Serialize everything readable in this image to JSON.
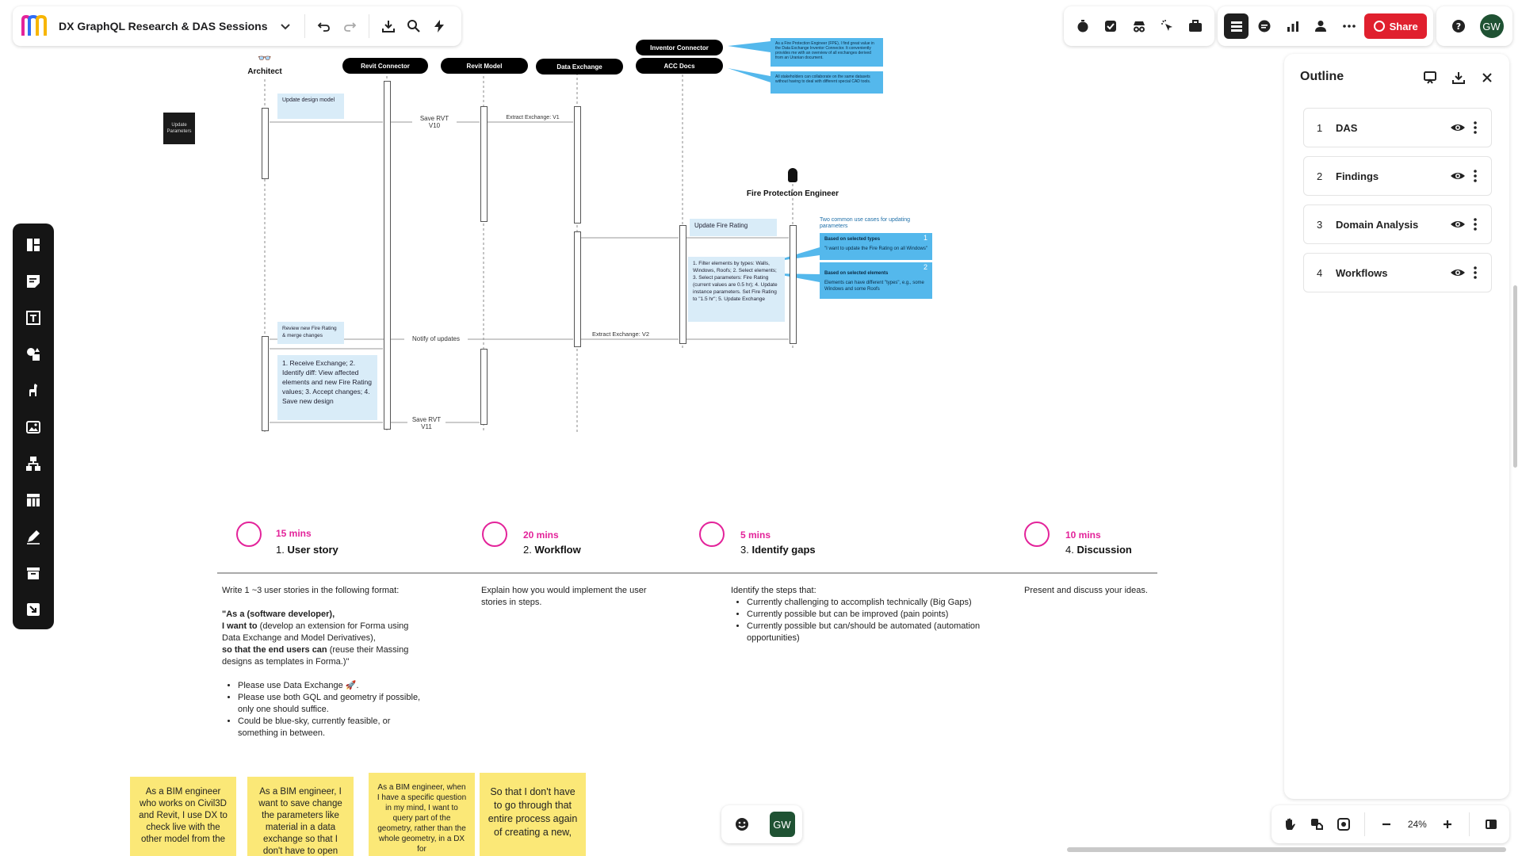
{
  "board": {
    "title": "DX GraphQL Research & DAS Sessions"
  },
  "toolbar": {
    "share_label": "Share",
    "user_initials": "GW"
  },
  "outline": {
    "title": "Outline",
    "items": [
      {
        "num": "1",
        "label": "DAS"
      },
      {
        "num": "2",
        "label": "Findings"
      },
      {
        "num": "3",
        "label": "Domain Analysis"
      },
      {
        "num": "4",
        "label": "Workflows"
      }
    ]
  },
  "zoom": {
    "level": "24%"
  },
  "diagram": {
    "actors": {
      "architect": "Architect",
      "fire_engineer": "Fire Protection Engineer"
    },
    "lanes": {
      "revit_connector": "Revit Connector",
      "revit_model": "Revit Model",
      "data_exchange": "Data Exchange",
      "inventor_connector": "Inventor Connector",
      "acc_docs": "ACC Docs"
    },
    "small_card": "Update Parameters",
    "notes": {
      "update_design": "Update design model",
      "save_v10": "Save RVT V10",
      "extract_v1": "Extract Exchange: V1",
      "update_fire": "Update Fire Rating",
      "fire_steps": "1. Filter elements by types: Walls, Windows, Roofs; 2. Select elements; 3. Select parameters: Fire Rating (current values are 0.5 hr); 4. Update instance parameters. Set Fire Rating to \"1.5 hr\"; 5. Update Exchange",
      "extract_v2": "Extract Exchange: V2",
      "notify": "Notify of updates",
      "review": "Review new Fire Rating & merge changes",
      "arch_steps": "1. Receive Exchange; 2. Identify diff: View affected elements and new Fire Rating values; 3. Accept changes; 4. Save new design",
      "save_v11": "Save RVT V11",
      "inventor_note": "As a Fire Protection Engineer (FPE), I find great value in the Data Exchange Inventor Connector. It conveniently provides me with an overview of all exchanges derived from an Uranian document.",
      "acc_note": "All stakeholders can collaborate on the same datasets without having to deal with different special CAD tools.",
      "use_cases_title": "Two common use cases for updating parameters",
      "case1_title": "Based on selected types",
      "case1_text": "\"I want to update the Fire Rating on all Windows\"",
      "case1_num": "1",
      "case2_title": "Based on selected elements",
      "case2_text": "Elements can have different \"types\", e.g., some Windows and some Roofs",
      "case2_num": "2"
    }
  },
  "steps": [
    {
      "time": "15 mins",
      "num": "1.",
      "name": "User story"
    },
    {
      "time": "20 mins",
      "num": "2.",
      "name": "Workflow"
    },
    {
      "time": "5 mins",
      "num": "3.",
      "name": "Identify gaps"
    },
    {
      "time": "10 mins",
      "num": "4.",
      "name": "Discussion"
    }
  ],
  "descriptions": {
    "user_story": {
      "intro": "Write 1 ~3 user stories in the following format:",
      "l1_bold": "\"As a (software developer),",
      "l2_bold": "I want to",
      "l2_rest": " (develop an extension for Forma using Data Exchange and Model Derivatives),",
      "l3_bold": "so that the end users can",
      "l3_rest": " (reuse their Massing designs as templates in Forma.)\"",
      "bullets": [
        "Please use Data Exchange 🚀.",
        "Please use both GQL and geometry if possible, only one should suffice.",
        "Could be blue-sky, currently feasible, or something in between."
      ]
    },
    "workflow": "Explain how you would implement the user stories in steps.",
    "gaps": {
      "intro": "Identify the steps that:",
      "bullets": [
        "Currently challenging to accomplish technically (Big Gaps)",
        "Currently possible but can be improved (pain points)",
        "Currently possible but can/should be automated (automation opportunities)"
      ]
    },
    "discussion": "Present and discuss your ideas."
  },
  "stickies": [
    "As a BIM engineer who works on Civil3D and Revit, I use DX to check live with the other model from the",
    "As a BIM engineer, I want to save change the parameters like material in a data exchange so that I don't have to open",
    "As a BIM engineer, when I have a specific question in my mind, I want to query part of the geometry, rather than the whole geometry, in a DX for",
    "So that I don't have to go through that entire process again of creating a new,"
  ],
  "colors": {
    "accent_pink": "#e3239a",
    "share_red": "#e0202e",
    "sticky_yellow": "#fbe877",
    "note_blue": "#54b8ec"
  }
}
